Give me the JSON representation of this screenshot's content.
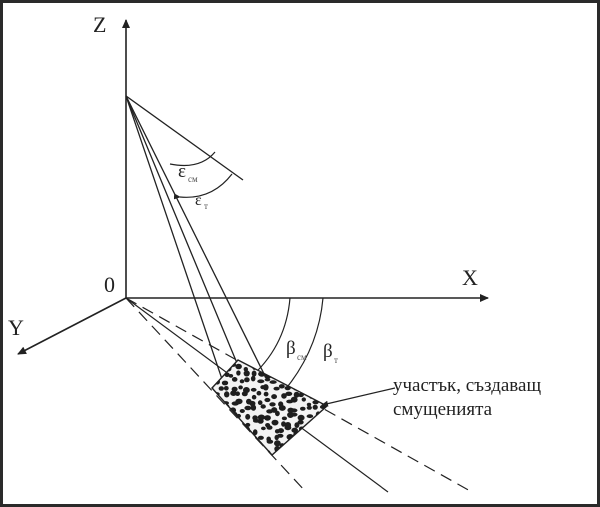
{
  "axes": {
    "z_label": "Z",
    "x_label": "X",
    "y_label": "Y",
    "origin_label": "0"
  },
  "angles": {
    "eps_sm": {
      "symbol": "ε",
      "sub": "см"
    },
    "eps_t": {
      "symbol": "ε",
      "sub": "т"
    },
    "beta_sm": {
      "symbol": "β",
      "sub": "см"
    },
    "beta_t": {
      "symbol": "β",
      "sub": "т"
    }
  },
  "annotation": {
    "line1": "участък, създаващ",
    "line2": "смущенията"
  },
  "colors": {
    "ink": "#222222",
    "frame": "#2a2a2a"
  }
}
